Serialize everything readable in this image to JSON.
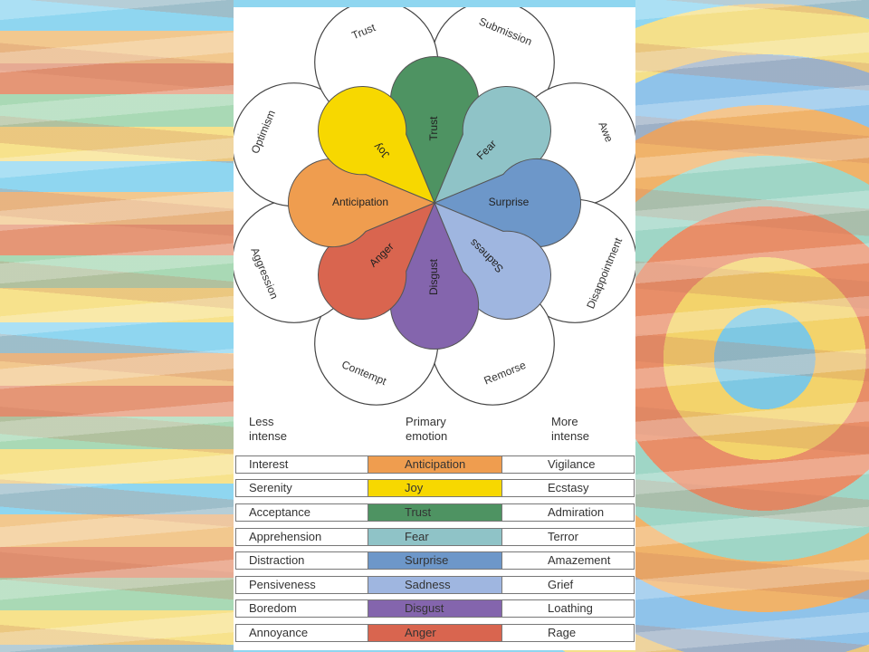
{
  "wheel": {
    "primary": [
      {
        "label": "Trust",
        "color": "#4e9362"
      },
      {
        "label": "Fear",
        "color": "#8fc3c7"
      },
      {
        "label": "Surprise",
        "color": "#6d97c9"
      },
      {
        "label": "Sadness",
        "color": "#9fb6e0"
      },
      {
        "label": "Disgust",
        "color": "#8465ad"
      },
      {
        "label": "Anger",
        "color": "#d9654f"
      },
      {
        "label": "Anticipation",
        "color": "#ef9d4f"
      },
      {
        "label": "Joy",
        "color": "#f7d800"
      }
    ],
    "combinations": [
      "Submission",
      "Awe",
      "Disappointment",
      "Remorse",
      "Contempt",
      "Aggression",
      "Optimism",
      "Trust"
    ]
  },
  "table": {
    "headers": {
      "less": [
        "Less",
        "intense"
      ],
      "primary": [
        "Primary",
        "emotion"
      ],
      "more": [
        "More",
        "intense"
      ]
    },
    "rows": [
      {
        "less": "Interest",
        "primary": "Anticipation",
        "more": "Vigilance",
        "color": "#ef9d4f"
      },
      {
        "less": "Serenity",
        "primary": "Joy",
        "more": "Ecstasy",
        "color": "#f7d800"
      },
      {
        "less": "Acceptance",
        "primary": "Trust",
        "more": "Admiration",
        "color": "#4e9362"
      },
      {
        "less": "Apprehension",
        "primary": "Fear",
        "more": "Terror",
        "color": "#8fc3c7"
      },
      {
        "less": "Distraction",
        "primary": "Surprise",
        "more": "Amazement",
        "color": "#6d97c9"
      },
      {
        "less": "Pensiveness",
        "primary": "Sadness",
        "more": "Grief",
        "color": "#9fb6e0"
      },
      {
        "less": "Boredom",
        "primary": "Disgust",
        "more": "Loathing",
        "color": "#8465ad"
      },
      {
        "less": "Annoyance",
        "primary": "Anger",
        "more": "Rage",
        "color": "#d9654f"
      }
    ]
  }
}
